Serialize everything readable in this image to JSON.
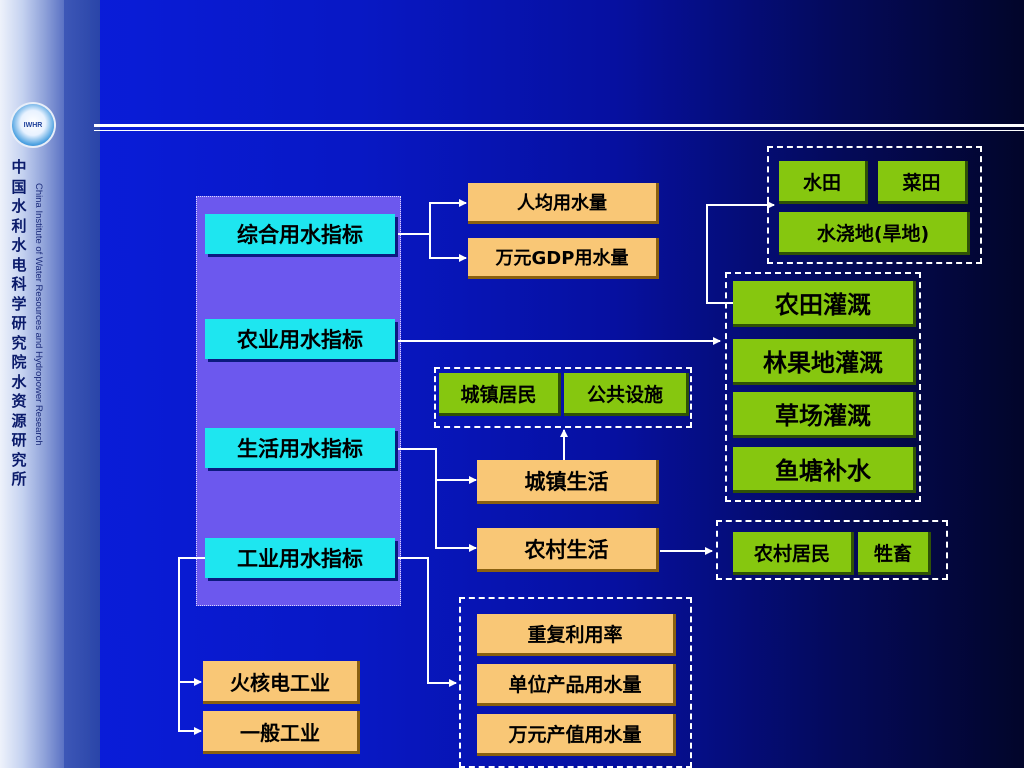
{
  "sidebar": {
    "logo_text": "IWHR",
    "org_name_cn": [
      "中",
      "国",
      "水",
      "利",
      "水",
      "电",
      "科",
      "学",
      "研",
      "究",
      "院",
      "水",
      "资",
      "源",
      "研",
      "究",
      "所"
    ],
    "org_name_en": "China Institute of Water Resources and Hydropower Research"
  },
  "indicators": {
    "comprehensive": "综合用水指标",
    "agricultural": "农业用水指标",
    "domestic": "生活用水指标",
    "industrial": "工业用水指标"
  },
  "comprehensive_sub": {
    "per_capita": "人均用水量",
    "per_gdp": "万元GDP用水量"
  },
  "agriculture_sub": {
    "farmland": "农田灌溉",
    "orchard": "林果地灌溉",
    "grassland": "草场灌溉",
    "fishpond": "鱼塘补水"
  },
  "farmland_sub": {
    "paddy": "水田",
    "vegetable": "菜田",
    "irrigated_dry": "水浇地(旱地)"
  },
  "domestic_sub": {
    "urban": "城镇生活",
    "rural": "农村生活"
  },
  "urban_sub": {
    "residents": "城镇居民",
    "public": "公共设施"
  },
  "rural_sub": {
    "residents": "农村居民",
    "livestock": "牲畜"
  },
  "industry_types": {
    "nuclear": "火核电工业",
    "general": "一般工业"
  },
  "industry_metrics": {
    "reuse": "重复利用率",
    "per_product": "单位产品用水量",
    "per_output": "万元产值用水量"
  },
  "colors": {
    "cyan": "#1ee6f0",
    "orange": "#f9c776",
    "green": "#86c70f",
    "panel": "#6c58ee"
  }
}
